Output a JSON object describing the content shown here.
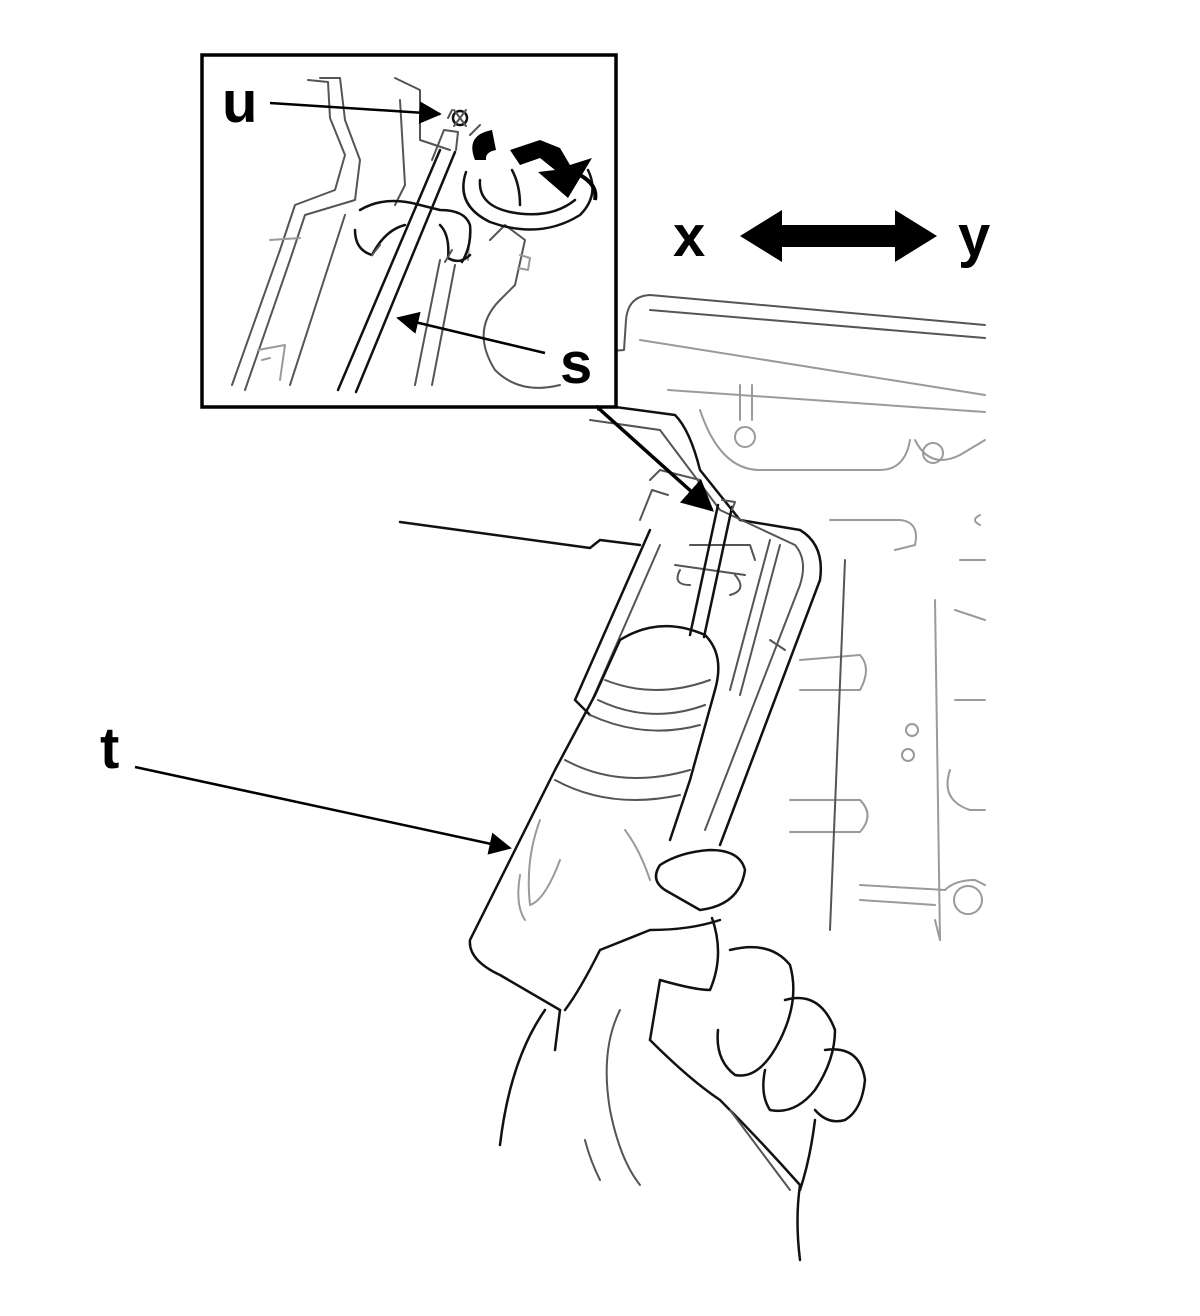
{
  "labels": {
    "u": "u",
    "s": "s",
    "t": "t",
    "x": "x",
    "y": "y"
  },
  "colors": {
    "ink": "#000000",
    "line_art": "#555555",
    "faint_art": "#9a9a9a",
    "background": "#ffffff"
  },
  "icons": {
    "rotation": "curved-rotation-arrow-icon",
    "direction": "double-headed-arrow-icon"
  }
}
